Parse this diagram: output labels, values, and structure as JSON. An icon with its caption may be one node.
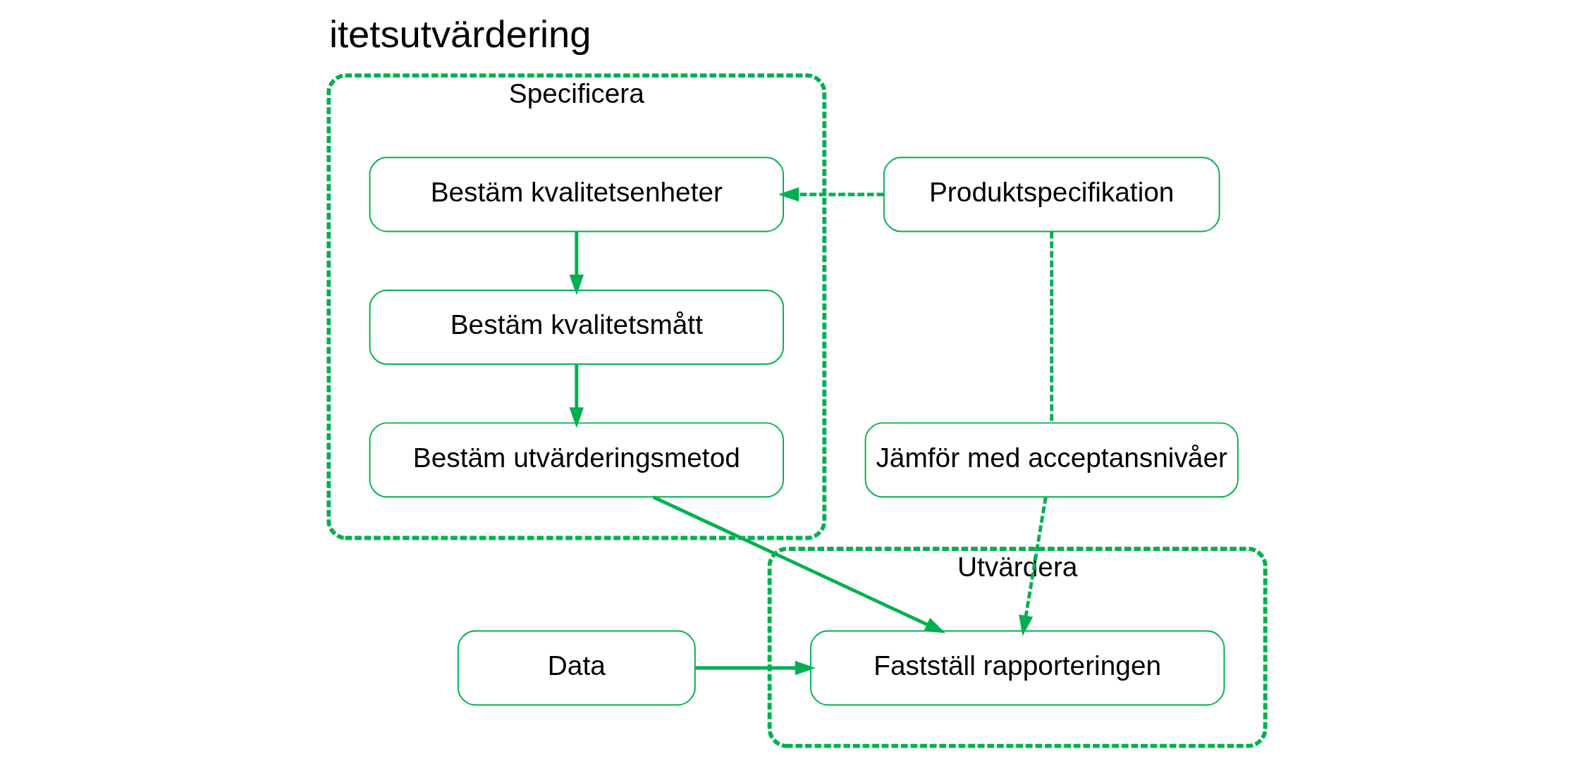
{
  "diagram": {
    "title": "itetsutvärdering",
    "nodes": [
      {
        "text": [
          "Specificera"
        ]
      },
      {
        "text": [
          "Bestäm kvalitetsenheter"
        ],
        "in": 0
      },
      {
        "text": [
          "Bestäm kvalitetsmått"
        ],
        "in": 0
      },
      {
        "text": [
          "Bestäm utvärderingsmetod"
        ],
        "in": 0
      },
      {
        "text": [
          "Produktspecifikation"
        ]
      },
      {
        "text": [
          "Jämför med acceptansnivåer"
        ]
      },
      {
        "text": [
          "Utvärdera"
        ]
      },
      {
        "text": [
          "Data"
        ]
      },
      {
        "text": [
          "Fastställ rapporteringen"
        ],
        "in": 6
      }
    ],
    "edges": [
      {
        "from": 4,
        "to": 1,
        "arrow": "to",
        "style": "dashed"
      },
      {
        "from": 1,
        "to": 2,
        "arrow": "to"
      },
      {
        "from": 2,
        "to": 3,
        "arrow": "to"
      },
      {
        "from": 4,
        "to": 5,
        "arrow": "none",
        "style": "dashed"
      },
      {
        "from": 3,
        "to": 8,
        "arrow": "to"
      },
      {
        "from": 7,
        "to": 8,
        "arrow": "to"
      },
      {
        "from": 5,
        "to": 8,
        "arrow": "to",
        "style": "dashed"
      }
    ]
  }
}
